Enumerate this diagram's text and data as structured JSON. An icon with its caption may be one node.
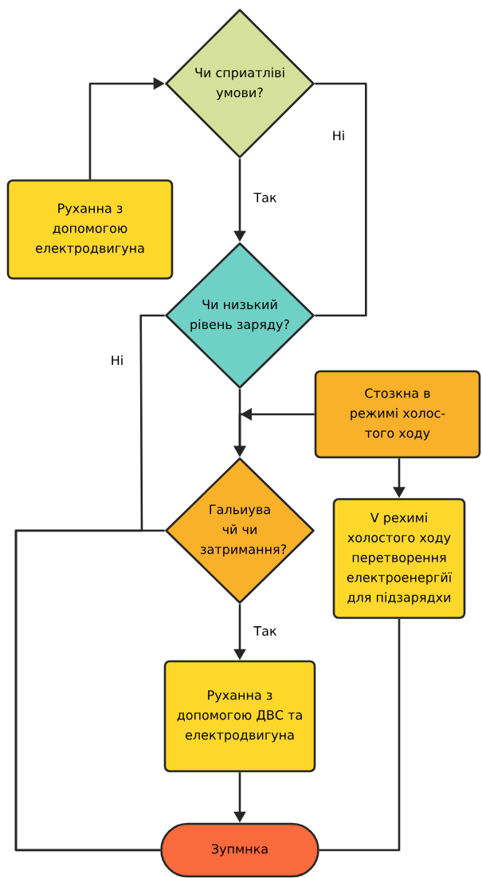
{
  "diagram": {
    "nodes": [
      {
        "text": [
          "Чи сприатліві умови?"
        ]
      },
      {
        "text": [
          "Руханна з допомогою електродвигуна"
        ]
      },
      {
        "text": [
          "Чи низький рівень заряду?"
        ]
      },
      {
        "text": [
          "Стозкна в режимі холос- того ходу"
        ]
      },
      {
        "text": [
          "Гальиува чй чи затримання?"
        ]
      },
      {
        "text": [
          "V рехимі холостого ходу перетворення електроенергйї для підзарядхи"
        ]
      },
      {
        "text": [
          "Руханна з допомогою ДВС та електродвигуна"
        ]
      },
      {
        "text": [
          "Зупмнка"
        ]
      }
    ],
    "edges": [
      {
        "from": 1,
        "to": 0,
        "arrow": "to"
      },
      {
        "from": 0,
        "to": 2,
        "arrow": "to",
        "label": "Так"
      },
      {
        "from": 0,
        "to": 2,
        "arrow": "none",
        "label": "Ні"
      },
      {
        "from": 2,
        "to": 4,
        "arrow": "to"
      },
      {
        "from": 3,
        "to": 4,
        "arrow": "to"
      },
      {
        "from": 3,
        "to": 5,
        "arrow": "to"
      },
      {
        "from": 2,
        "to": 7,
        "arrow": "none",
        "label": "Ні"
      },
      {
        "from": 4,
        "to": 7,
        "arrow": "none"
      },
      {
        "from": 4,
        "to": 6,
        "arrow": "to",
        "label": "Так"
      },
      {
        "from": 6,
        "to": 7,
        "arrow": "to"
      },
      {
        "from": 5,
        "to": 7,
        "arrow": "none"
      }
    ]
  }
}
